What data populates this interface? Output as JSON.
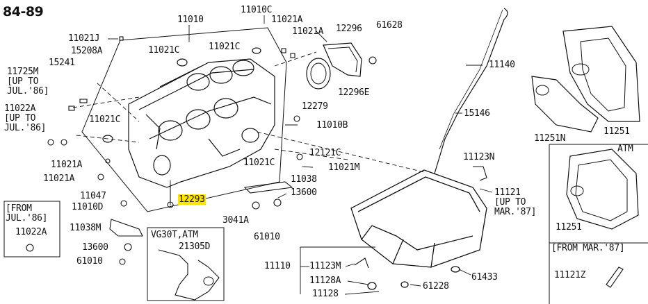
{
  "title": "84-89",
  "highlight_color": "#ffe400",
  "parts": {
    "p11010": "11010",
    "p11010C": "11010C",
    "p11021A_1": "11021A",
    "p11021A_2": "11021A",
    "p12296": "12296",
    "p61628": "61628",
    "p11021J": "11021J",
    "p15208A": "15208A",
    "p11021C_1": "11021C",
    "p11021C_2": "11021C",
    "p11140": "11140",
    "p15241": "15241",
    "p11725M": "11725M\n[UP TO\nJUL.'86]",
    "p12296E": "12296E",
    "p12279": "12279",
    "p15146": "15146",
    "p11022A_up": "11022A\n[UP TO\nJUL.'86]",
    "p11021C_3": "11021C",
    "p11010B": "11010B",
    "p11251N": "11251N",
    "p11251_1": "11251",
    "atm": "ATM",
    "p12121C": "12121C",
    "p11021A_3": "11021A",
    "p11021C_4": "11021C",
    "p11123N": "11123N",
    "p11021M": "11021M",
    "p11021A_4": "11021A",
    "p11038": "11038",
    "p11121": "11121\n[UP TO\nMAR.'87]",
    "p11047": "11047",
    "p12293": "12293",
    "p13600_1": "13600",
    "p11010D": "11010D",
    "from_jul": "[FROM\n JUL.'86]",
    "p11022A_from": "11022A",
    "p11038M": "11038M",
    "p3041A": "3041A",
    "p61010_1": "61010",
    "p11251_2": "11251",
    "vg30": "VG30T,ATM",
    "p21305D": "21305D",
    "p13600_2": "13600",
    "p61010_2": "61010",
    "from_mar": "[FROM MAR.'87]",
    "p11110": "11110",
    "p11123M": "11123M",
    "p11128A": "11128A",
    "p11128": "11128",
    "p61433": "61433",
    "p61228": "61228",
    "p11121Z": "11121Z"
  }
}
